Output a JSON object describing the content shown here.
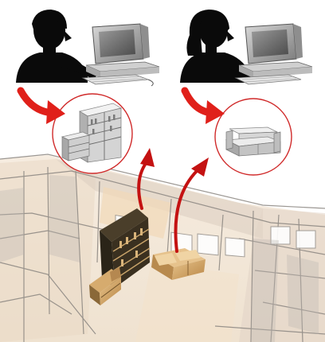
{
  "figure": {
    "users": [
      {
        "figure": "short-hair-user"
      },
      {
        "figure": "long-hair-user"
      }
    ],
    "selections": [
      {
        "object": "bookshelf-cabinet"
      },
      {
        "object": "sofa"
      }
    ],
    "colors": {
      "arrow": "#e0201a",
      "arrow_dark": "#b01010",
      "circle": "#d02a2a",
      "silhouette": "#0a0a0a",
      "room_glass": "#c8c4c0",
      "room_wood": "#e8c9a0",
      "furniture_wood": "#c89a5c",
      "furniture_dark": "#2a2418"
    }
  }
}
